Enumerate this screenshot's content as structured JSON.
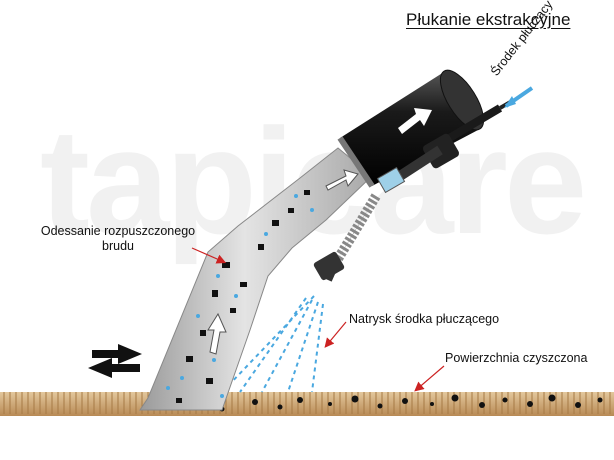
{
  "title": "Płukanie ekstrakcyjne",
  "watermark": "tapicare",
  "labels": {
    "suction_line1": "Odessanie rozpuszczonego",
    "suction_line2": "brudu",
    "spray": "Natrysk środka płuczącego",
    "surface": "Powierzchnia czyszczona",
    "agent": "Środek płuczący"
  },
  "colors": {
    "arrow_red": "#cc2222",
    "nozzle_metal": "#c8c8c8",
    "hose_dark": "#1a1a1a",
    "spray_blue": "#4aa8e0",
    "carpet": "#c9a173"
  },
  "icons": [
    "flow-arrow-icon",
    "bidirectional-arrow-icon"
  ]
}
